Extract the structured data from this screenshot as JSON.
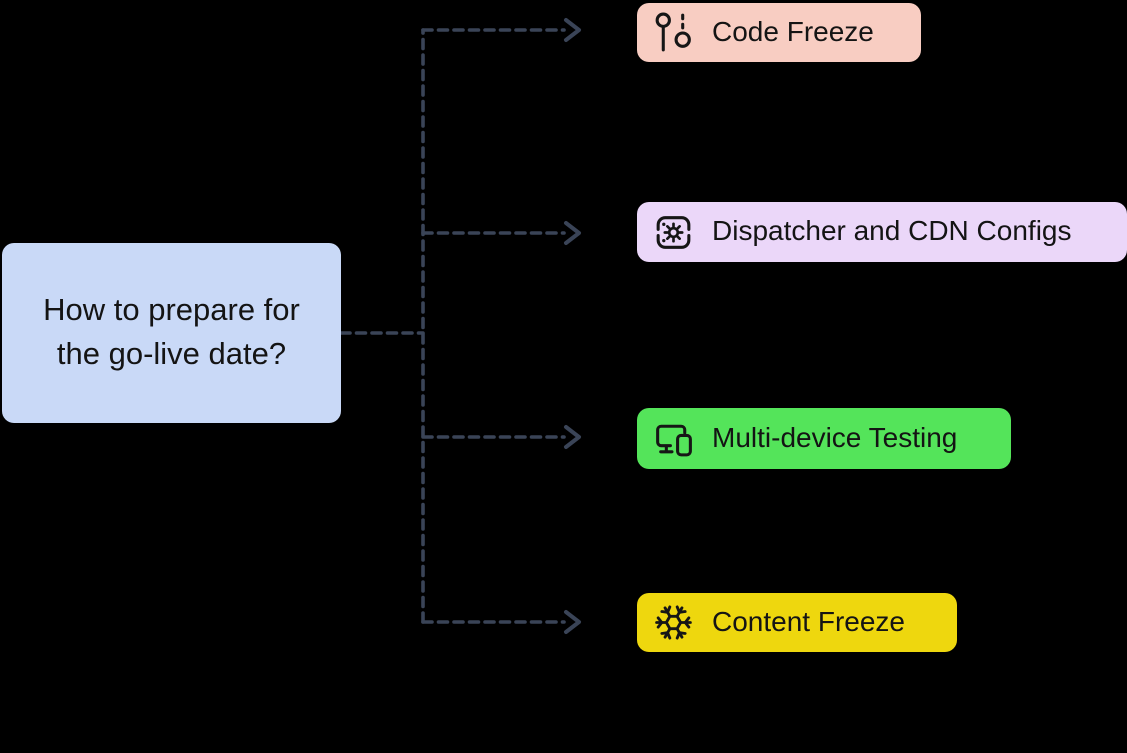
{
  "diagram": {
    "background_color": "#000000",
    "connector_color": "#3a4457",
    "text_color": "#141414",
    "root": {
      "label": "How to prepare for the go-live date?",
      "bg": "#c9d9f7"
    },
    "nodes": [
      {
        "label": "Code Freeze",
        "icon": "milestone-icon",
        "bg": "#f8cdc2"
      },
      {
        "label": "Dispatcher and CDN Configs",
        "icon": "dispatcher-gear-icon",
        "bg": "#ebd7f9"
      },
      {
        "label": "Multi-device Testing",
        "icon": "multi-device-icon",
        "bg": "#54e45a"
      },
      {
        "label": "Content Freeze",
        "icon": "snowflake-icon",
        "bg": "#eed70e"
      }
    ]
  }
}
